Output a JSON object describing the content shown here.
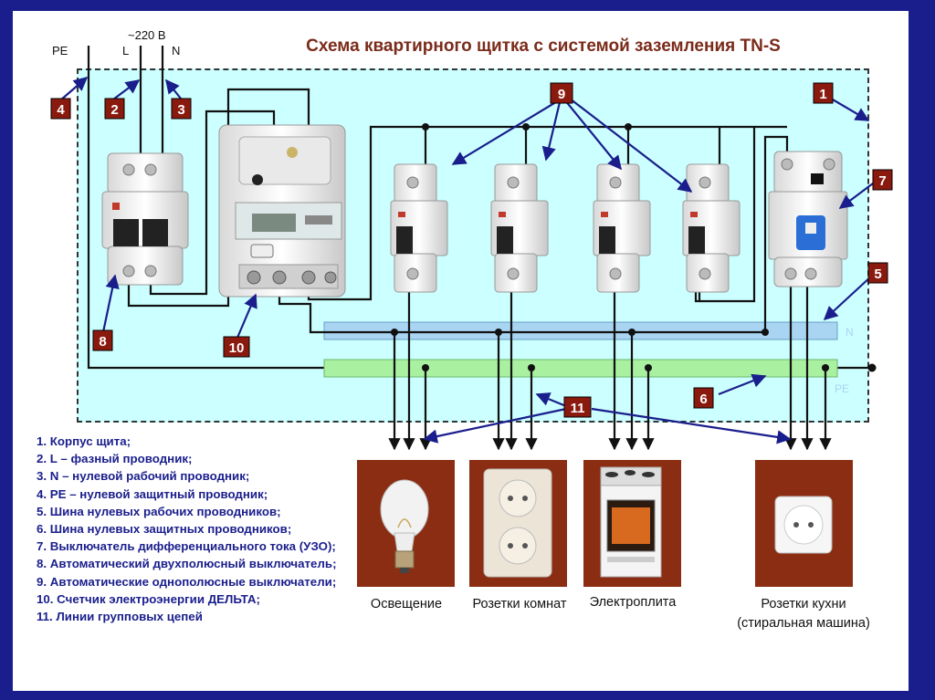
{
  "title": "Схема квартирного щитка с системой заземления TN-S",
  "supply": {
    "voltage": "~220 В",
    "pe": "PE",
    "l": "L",
    "n": "N"
  },
  "callouts": [
    "1",
    "2",
    "3",
    "4",
    "5",
    "6",
    "7",
    "8",
    "9",
    "10",
    "11"
  ],
  "bus_labels": {
    "n": "N",
    "pe": "PE"
  },
  "legend": [
    "1. Корпус щита;",
    "2. L – фазный проводник;",
    "3. N – нулевой рабочий проводник;",
    "4. PE – нулевой защитный проводник;",
    "5. Шина нулевых рабочих проводников;",
    "6. Шина нулевых защитных проводников;",
    "7. Выключатель дифференциального тока (УЗО);",
    "8. Автоматический двухполюсный выключатель;",
    "9. Автоматические однополюсные выключатели;",
    "10. Счетчик электроэнергии ДЕЛЬТА;",
    "11. Линии групповых цепей"
  ],
  "loads": {
    "lighting": "Освещение",
    "room_sockets": "Розетки комнат",
    "stove": "Электроплита",
    "kitchen_sockets": "Розетки кухни (стиральная машина)"
  },
  "colors": {
    "background": "#1a1e8c",
    "title": "#7a2b1a",
    "callout_box": "#8b1a0e",
    "arrow": "#1a1e8c",
    "panel": "#ccffff",
    "n_bus": "#a9d4f2",
    "pe_bus": "#a9f0a0",
    "load_box": "#8b2d12"
  }
}
